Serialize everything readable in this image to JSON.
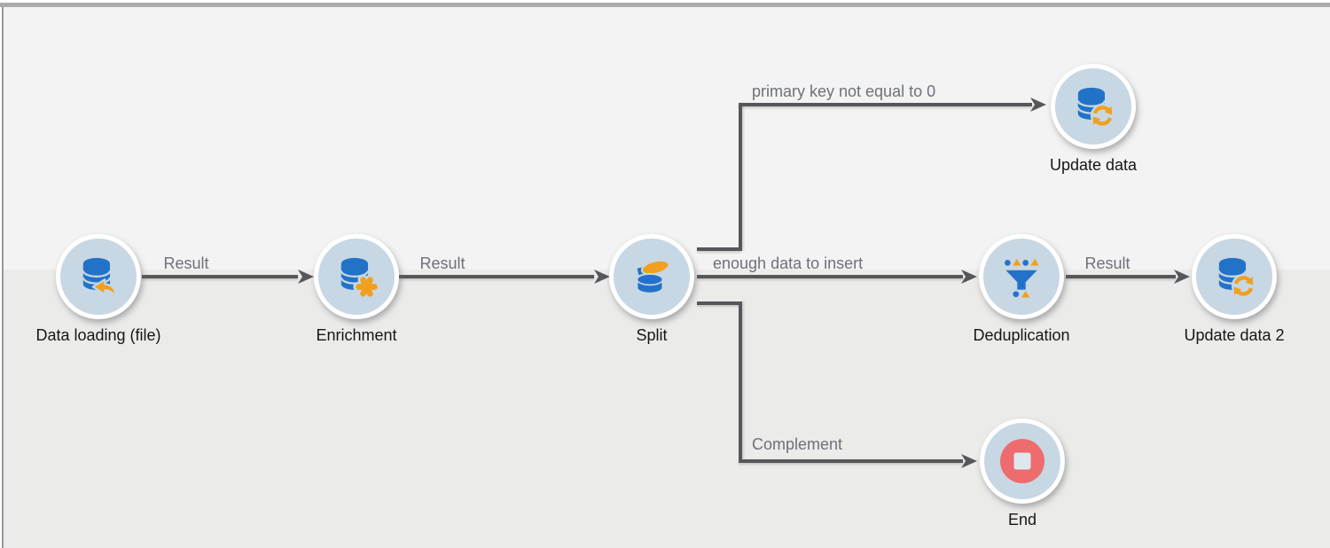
{
  "diagram": {
    "type": "workflow",
    "nodes": [
      {
        "id": "data-loading",
        "label": "Data loading (file)",
        "icon": "database-import-icon"
      },
      {
        "id": "enrichment",
        "label": "Enrichment",
        "icon": "database-enrichment-icon"
      },
      {
        "id": "split",
        "label": "Split",
        "icon": "split-cylinder-icon"
      },
      {
        "id": "update-data",
        "label": "Update data",
        "icon": "database-refresh-icon"
      },
      {
        "id": "deduplication",
        "label": "Deduplication",
        "icon": "funnel-dedup-icon"
      },
      {
        "id": "update-data-2",
        "label": "Update data 2",
        "icon": "database-refresh-icon"
      },
      {
        "id": "end",
        "label": "End",
        "icon": "stop-icon"
      }
    ],
    "edges": [
      {
        "label": "Result",
        "from": "data-loading",
        "to": "enrichment"
      },
      {
        "label": "Result",
        "from": "enrichment",
        "to": "split"
      },
      {
        "label": "primary key not equal to 0",
        "from": "split",
        "to": "update-data"
      },
      {
        "label": "enough data to insert",
        "from": "split",
        "to": "deduplication"
      },
      {
        "label": "Result",
        "from": "deduplication",
        "to": "update-data-2"
      },
      {
        "label": "Complement",
        "from": "split",
        "to": "end"
      }
    ],
    "colors": {
      "canvas_top": "#f2f3f2",
      "canvas_bottom": "#ebebea",
      "node_fill": "#c7d7e3",
      "node_ring": "#ffffff",
      "icon_blue": "#2273c8",
      "icon_orange": "#f0a01e",
      "edge_line": "#57575b",
      "edge_label_text": "#6f707a",
      "node_label_text": "#161616",
      "stop_red": "#ee6b6e",
      "stop_square": "#dde7ee"
    }
  }
}
